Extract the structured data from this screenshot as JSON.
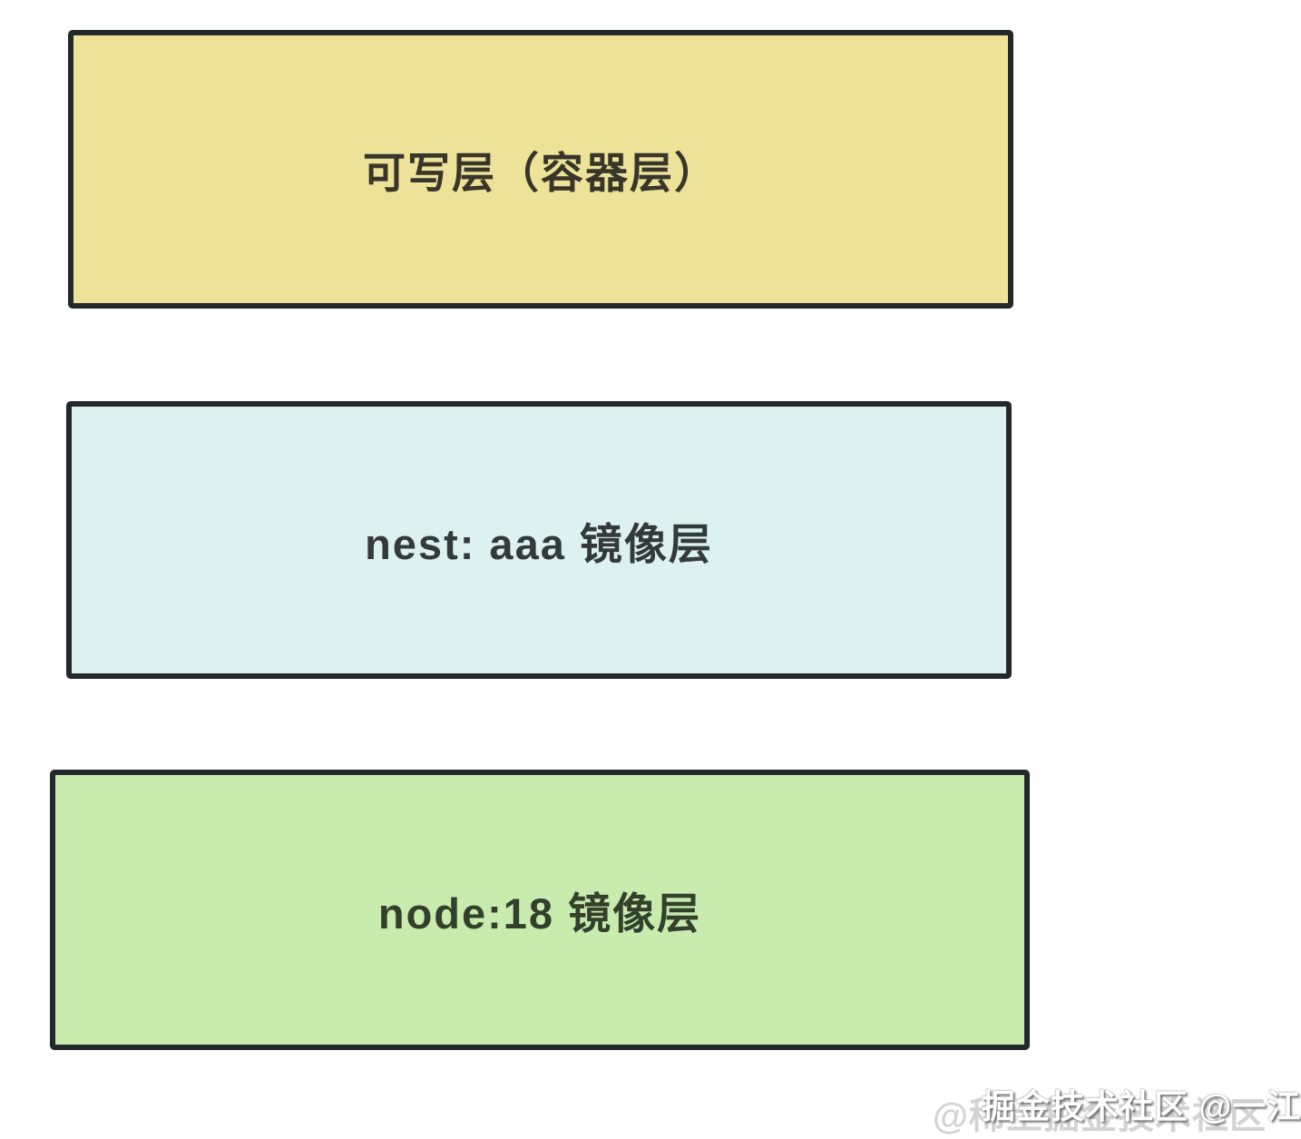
{
  "diagram": {
    "type": "stacked-layers",
    "description_colors": {
      "border": "#23282b",
      "background": "#ffffff"
    },
    "layers": [
      {
        "id": "writable-layer",
        "label": "可写层（容器层）",
        "fill": "#ece398",
        "text_color": "#38352a"
      },
      {
        "id": "nest-image-layer",
        "label": "nest: aaa 镜像层",
        "fill": "#ddf1f1",
        "text_color": "#333a3a"
      },
      {
        "id": "node-image-layer",
        "label": "node:18 镜像层",
        "fill": "#c9ecae",
        "text_color": "#32402c"
      }
    ]
  },
  "watermark": {
    "foreground": "掘金技术社区 @一江东流水",
    "background": "@稀土掘金技术社区"
  }
}
